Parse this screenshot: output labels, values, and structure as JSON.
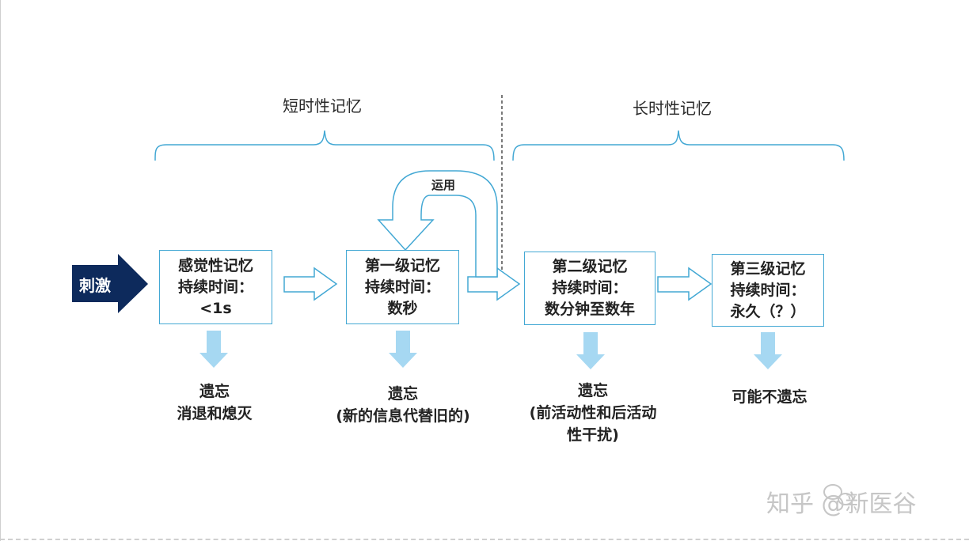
{
  "sections": {
    "short_term": "短时性记忆",
    "long_term": "长时性记忆"
  },
  "stimulus": "刺激",
  "loop_label": "运用",
  "boxes": [
    {
      "line1": "感觉性记忆",
      "line2": "持续时间：",
      "line3": "<1s"
    },
    {
      "line1": "第一级记忆",
      "line2": "持续时间：",
      "line3": "数秒"
    },
    {
      "line1": "第二级记忆",
      "line2": "持续时间：",
      "line3": "数分钟至数年"
    },
    {
      "line1": "第三级记忆",
      "line2": "持续时间：",
      "line3": "永久（？）"
    }
  ],
  "outcomes": [
    {
      "line1": "遗忘",
      "line2": "消退和熄灭",
      "line3": ""
    },
    {
      "line1": "遗忘",
      "line2": "(新的信息代替旧的)",
      "line3": ""
    },
    {
      "line1": "遗忘",
      "line2": "(前活动性和后活动",
      "line3": "性干扰)"
    },
    {
      "line1": "可能不遗忘",
      "line2": "",
      "line3": ""
    }
  ],
  "watermark": "知乎 @新医谷",
  "colors": {
    "box_border": "#43a8d4",
    "down_arrow": "#a6d8f2",
    "stimulus_arrow": "#0d2a5c",
    "outline_arrow": "#43a8d4",
    "divider": "#333333"
  }
}
